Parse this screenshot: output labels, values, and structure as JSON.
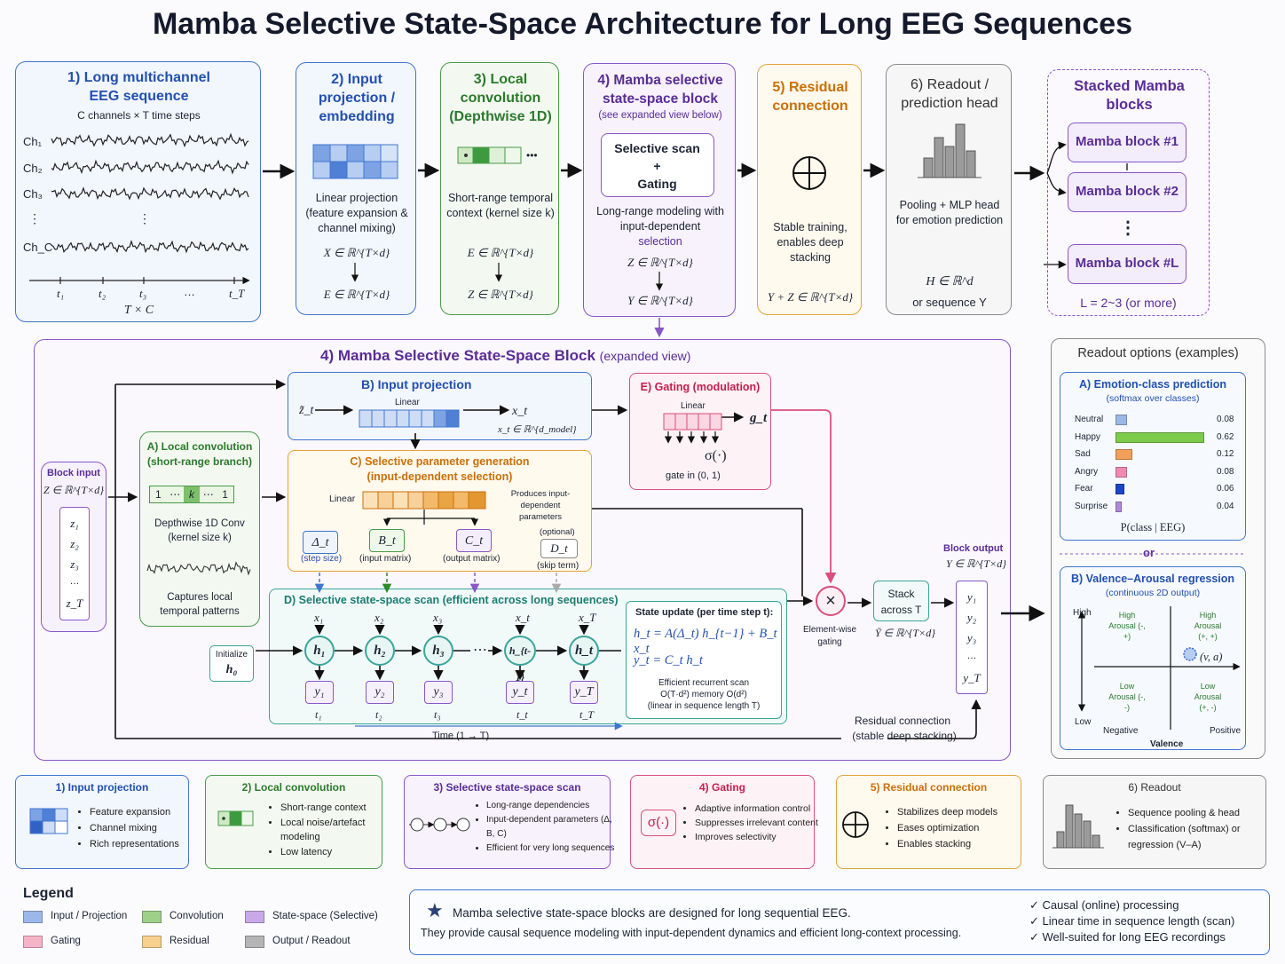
{
  "title": "Mamba Selective State-Space Architecture for Long EEG Sequences",
  "s1": {
    "title": "1) Long multichannel EEG sequence",
    "sub": "C channels × T time steps",
    "channels": [
      "Ch₁",
      "Ch₂",
      "Ch₃",
      "⋮",
      "Ch_C"
    ],
    "vdots": "⋮",
    "times": [
      "t₁",
      "t₂",
      "t₃",
      "…",
      "t_T"
    ],
    "axis": "T × C"
  },
  "s2": {
    "title": "2) Input projection / embedding",
    "desc": "Linear projection (feature expansion & channel mixing)",
    "m1": "X ∈ ℝ^{T×d}",
    "m2": "E ∈ ℝ^{T×d}"
  },
  "s3": {
    "title": "3) Local convolution (Depthwise 1D)",
    "desc": "Short-range temporal context (kernel size k)",
    "m1": "E ∈ ℝ^{T×d}",
    "m2": "Z ∈ ℝ^{T×d}",
    "dots": "•••"
  },
  "s4": {
    "title": "4) Mamba selective state-space block",
    "note": "(see expanded view below)",
    "inner1": "Selective scan",
    "inner2": "+",
    "inner3": "Gating",
    "desc": "Long-range modeling with input-dependent",
    "desc2": "selection",
    "m1": "Z ∈ ℝ^{T×d}",
    "m2": "Y ∈ ℝ^{T×d}"
  },
  "s5": {
    "title": "5) Residual connection",
    "desc": "Stable training, enables deep stacking",
    "m1": "Y + Z ∈ ℝ^{T×d}"
  },
  "s6": {
    "title": "6) Readout / prediction head",
    "desc": "Pooling + MLP head for emotion prediction",
    "m1": "H ∈ ℝ^d",
    "m2": "or sequence Y"
  },
  "stack": {
    "title": "Stacked Mamba blocks",
    "b1": "Mamba block #1",
    "b2": "Mamba block #2",
    "dots": "⋮",
    "bL": "Mamba block #L",
    "foot": "L = 2~3 (or more)"
  },
  "exp": {
    "title": "4) Mamba Selective State-Space Block",
    "title_note": "(expanded view)",
    "block_input": "Block input",
    "block_input_m": "Z ∈ ℝ^{T×d}",
    "z_list": [
      "z₁",
      "z₂",
      "z₃",
      "…",
      "z_T"
    ],
    "A_title": "A) Local convolution (short-range branch)",
    "A_kernel": [
      "1",
      "⋯",
      "k",
      "⋯",
      "1"
    ],
    "A_desc": "Depthwise 1D Conv (kernel size k)",
    "A_desc2": "Captures local temporal patterns",
    "B_title": "B) Input projection",
    "B_in": "z̃_t",
    "B_linear": "Linear",
    "B_out": "x_t",
    "B_m": "x_t ∈ ℝ^{d_model}",
    "C_title": "C) Selective parameter generation",
    "C_sub": "(input-dependent selection)",
    "C_linear": "Linear",
    "C_note": "Produces input-dependent parameters",
    "C_params": [
      {
        "sym": "Δ_t",
        "label": "(step size)"
      },
      {
        "sym": "B_t",
        "label": "(input matrix)"
      },
      {
        "sym": "C_t",
        "label": "(output matrix)"
      },
      {
        "sym": "D_t",
        "label": "(skip term)",
        "extra": "(optional)"
      }
    ],
    "D_title": "D) Selective state-space scan (efficient across long sequences)",
    "D_init": "Initialize",
    "D_h0": "h₀",
    "D_x": [
      "x₁",
      "x₂",
      "x₃",
      "x_t",
      "x_T"
    ],
    "D_h": [
      "h₁",
      "h₂",
      "h₃",
      "h_{t-1}",
      "h_t"
    ],
    "D_y": [
      "y₁",
      "y₂",
      "y₃",
      "y_t",
      "y_T"
    ],
    "D_t": [
      "t₁",
      "t₂",
      "t₃",
      "t_t",
      "t_T"
    ],
    "D_dots": "⋯",
    "D_time": "Time (1 → T)",
    "D_upd_title": "State update (per time step t):",
    "D_eq1": "h_t = A(Δ_t) h_{t−1} + B_t x_t",
    "D_eq2": "y_t = C_t h_t",
    "D_eff1": "Efficient recurrent scan",
    "D_eff2": "O(T·d²) memory O(d²)",
    "D_eff3": "(linear in sequence length T)",
    "E_title": "E) Gating (modulation)",
    "E_linear": "Linear",
    "E_out": "g_t",
    "E_sigma": "σ(·)",
    "E_gate": "gate in (0, 1)",
    "mult": "×",
    "mult_label": "Element-wise gating",
    "stackT": "Stack across T",
    "stackT_m": "Ỹ ∈ ℝ^{T×d}",
    "block_output": "Block output",
    "block_output_m": "Y ∈ ℝ^{T×d}",
    "y_list": [
      "y₁",
      "y₂",
      "y₃",
      "…",
      "y_T"
    ],
    "res1": "Residual connection",
    "res2": "(stable deep stacking)"
  },
  "readout": {
    "title": "Readout options (examples)",
    "A_title": "A) Emotion-class prediction",
    "A_sub": "(softmax over classes)",
    "classes": [
      {
        "name": "Neutral",
        "value": 0.08,
        "label": "0.08",
        "color": "#9cb8e8"
      },
      {
        "name": "Happy",
        "value": 0.62,
        "label": "0.62",
        "color": "#7ccb4a"
      },
      {
        "name": "Sad",
        "value": 0.12,
        "label": "0.12",
        "color": "#f0a05a"
      },
      {
        "name": "Angry",
        "value": 0.08,
        "label": "0.08",
        "color": "#f08ab0"
      },
      {
        "name": "Fear",
        "value": 0.06,
        "label": "0.06",
        "color": "#1c46c8"
      },
      {
        "name": "Surprise",
        "value": 0.04,
        "label": "0.04",
        "color": "#b08ad8"
      }
    ],
    "A_foot": "P(class | EEG)",
    "or": "or",
    "B_title": "B) Valence–Arousal regression",
    "B_sub": "(continuous 2D output)",
    "B_high": "High",
    "B_low": "Low",
    "B_neg": "Negative",
    "B_pos": "Positive",
    "B_val": "Valence",
    "B_q": [
      "High Arousal (-, +)",
      "High Arousal (+, +)",
      "Low Arousal (-, -)",
      "Low Arousal (+, -)"
    ],
    "B_pt": "(v, a)"
  },
  "bottom": [
    {
      "title": "1) Input projection",
      "items": [
        "Feature expansion",
        "Channel mixing",
        "Rich representations"
      ]
    },
    {
      "title": "2) Local convolution",
      "items": [
        "Short-range context",
        "Local noise/artefact modeling",
        "Low latency"
      ]
    },
    {
      "title": "3) Selective state-space scan",
      "items": [
        "Long-range dependencies",
        "Input-dependent parameters (Δ, B, C)",
        "Efficient for very long sequences"
      ]
    },
    {
      "title": "4) Gating",
      "items": [
        "Adaptive information control",
        "Suppresses irrelevant content",
        "Improves selectivity"
      ],
      "icon": "σ(·)"
    },
    {
      "title": "5) Residual connection",
      "items": [
        "Stabilizes deep models",
        "Eases optimization",
        "Enables stacking"
      ]
    },
    {
      "title": "6) Readout",
      "items": [
        "Sequence pooling & head",
        "Classification (softmax) or regression (V–A)"
      ]
    }
  ],
  "legend": {
    "title": "Legend",
    "items": [
      {
        "label": "Input / Projection",
        "color": "#9cb8e8"
      },
      {
        "label": "Convolution",
        "color": "#9fd08a"
      },
      {
        "label": "State-space (Selective)",
        "color": "#c9a8e8"
      },
      {
        "label": "Gating",
        "color": "#f5b3c8"
      },
      {
        "label": "Residual",
        "color": "#f8d08e"
      },
      {
        "label": "Output / Readout",
        "color": "#b5b5b5"
      }
    ]
  },
  "summary": {
    "line1": "Mamba selective state-space blocks are designed for long sequential EEG.",
    "line2": "They provide causal sequence modeling with input-dependent dynamics and efficient long-context processing.",
    "checks": [
      "Causal (online) processing",
      "Linear time in sequence length (scan)",
      "Well-suited for long EEG recordings"
    ]
  },
  "colors": {
    "blue": "#3f77cf",
    "green": "#4a9a4a",
    "purple": "#8a57c7",
    "orange": "#e3a33a",
    "pink": "#d94f7d",
    "teal": "#3aa59a"
  }
}
